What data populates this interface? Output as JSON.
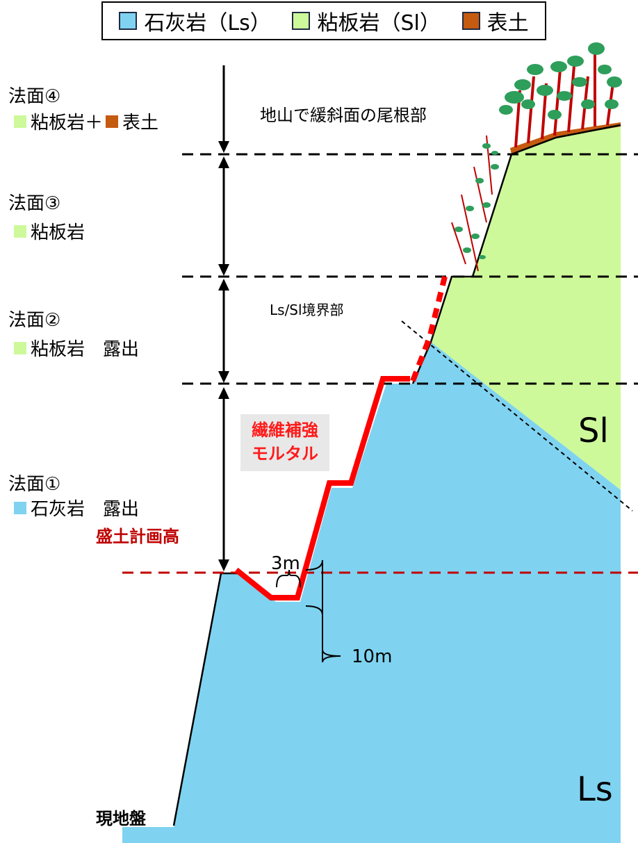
{
  "legend": {
    "items": [
      {
        "label": "石灰岩（Ls）",
        "color": "#7fd3f0"
      },
      {
        "label": "粘板岩（Sl）",
        "color": "#cdf99a"
      },
      {
        "label": "表土",
        "color": "#c55a11"
      }
    ]
  },
  "slopes": [
    {
      "title": "法面④",
      "desc": "粘板岩＋",
      "desc2": "表土"
    },
    {
      "title": "法面③",
      "desc": "粘板岩"
    },
    {
      "title": "法面②",
      "desc": "粘板岩　露出"
    },
    {
      "title": "法面①",
      "desc": "石灰岩　露出"
    }
  ],
  "annotations": {
    "ridge": "地山で緩斜面の尾根部",
    "boundary": "Ls/Sl境界部",
    "mortar_line1": "繊維補強",
    "mortar_line2": "モルタル",
    "berm_width": "3m",
    "bench_height": "10m",
    "fill_level": "盛土計画高",
    "ground": "現地盤",
    "sl_label": "Sl",
    "ls_label": "Ls"
  },
  "colors": {
    "limestone": "#7fd3f0",
    "slate": "#cdf99a",
    "topsoil": "#c55a11",
    "mortar": "#ff0000",
    "fill_line": "#c00000",
    "tree_trunk": "#c00000",
    "tree_leaf": "#2e9e5b"
  }
}
